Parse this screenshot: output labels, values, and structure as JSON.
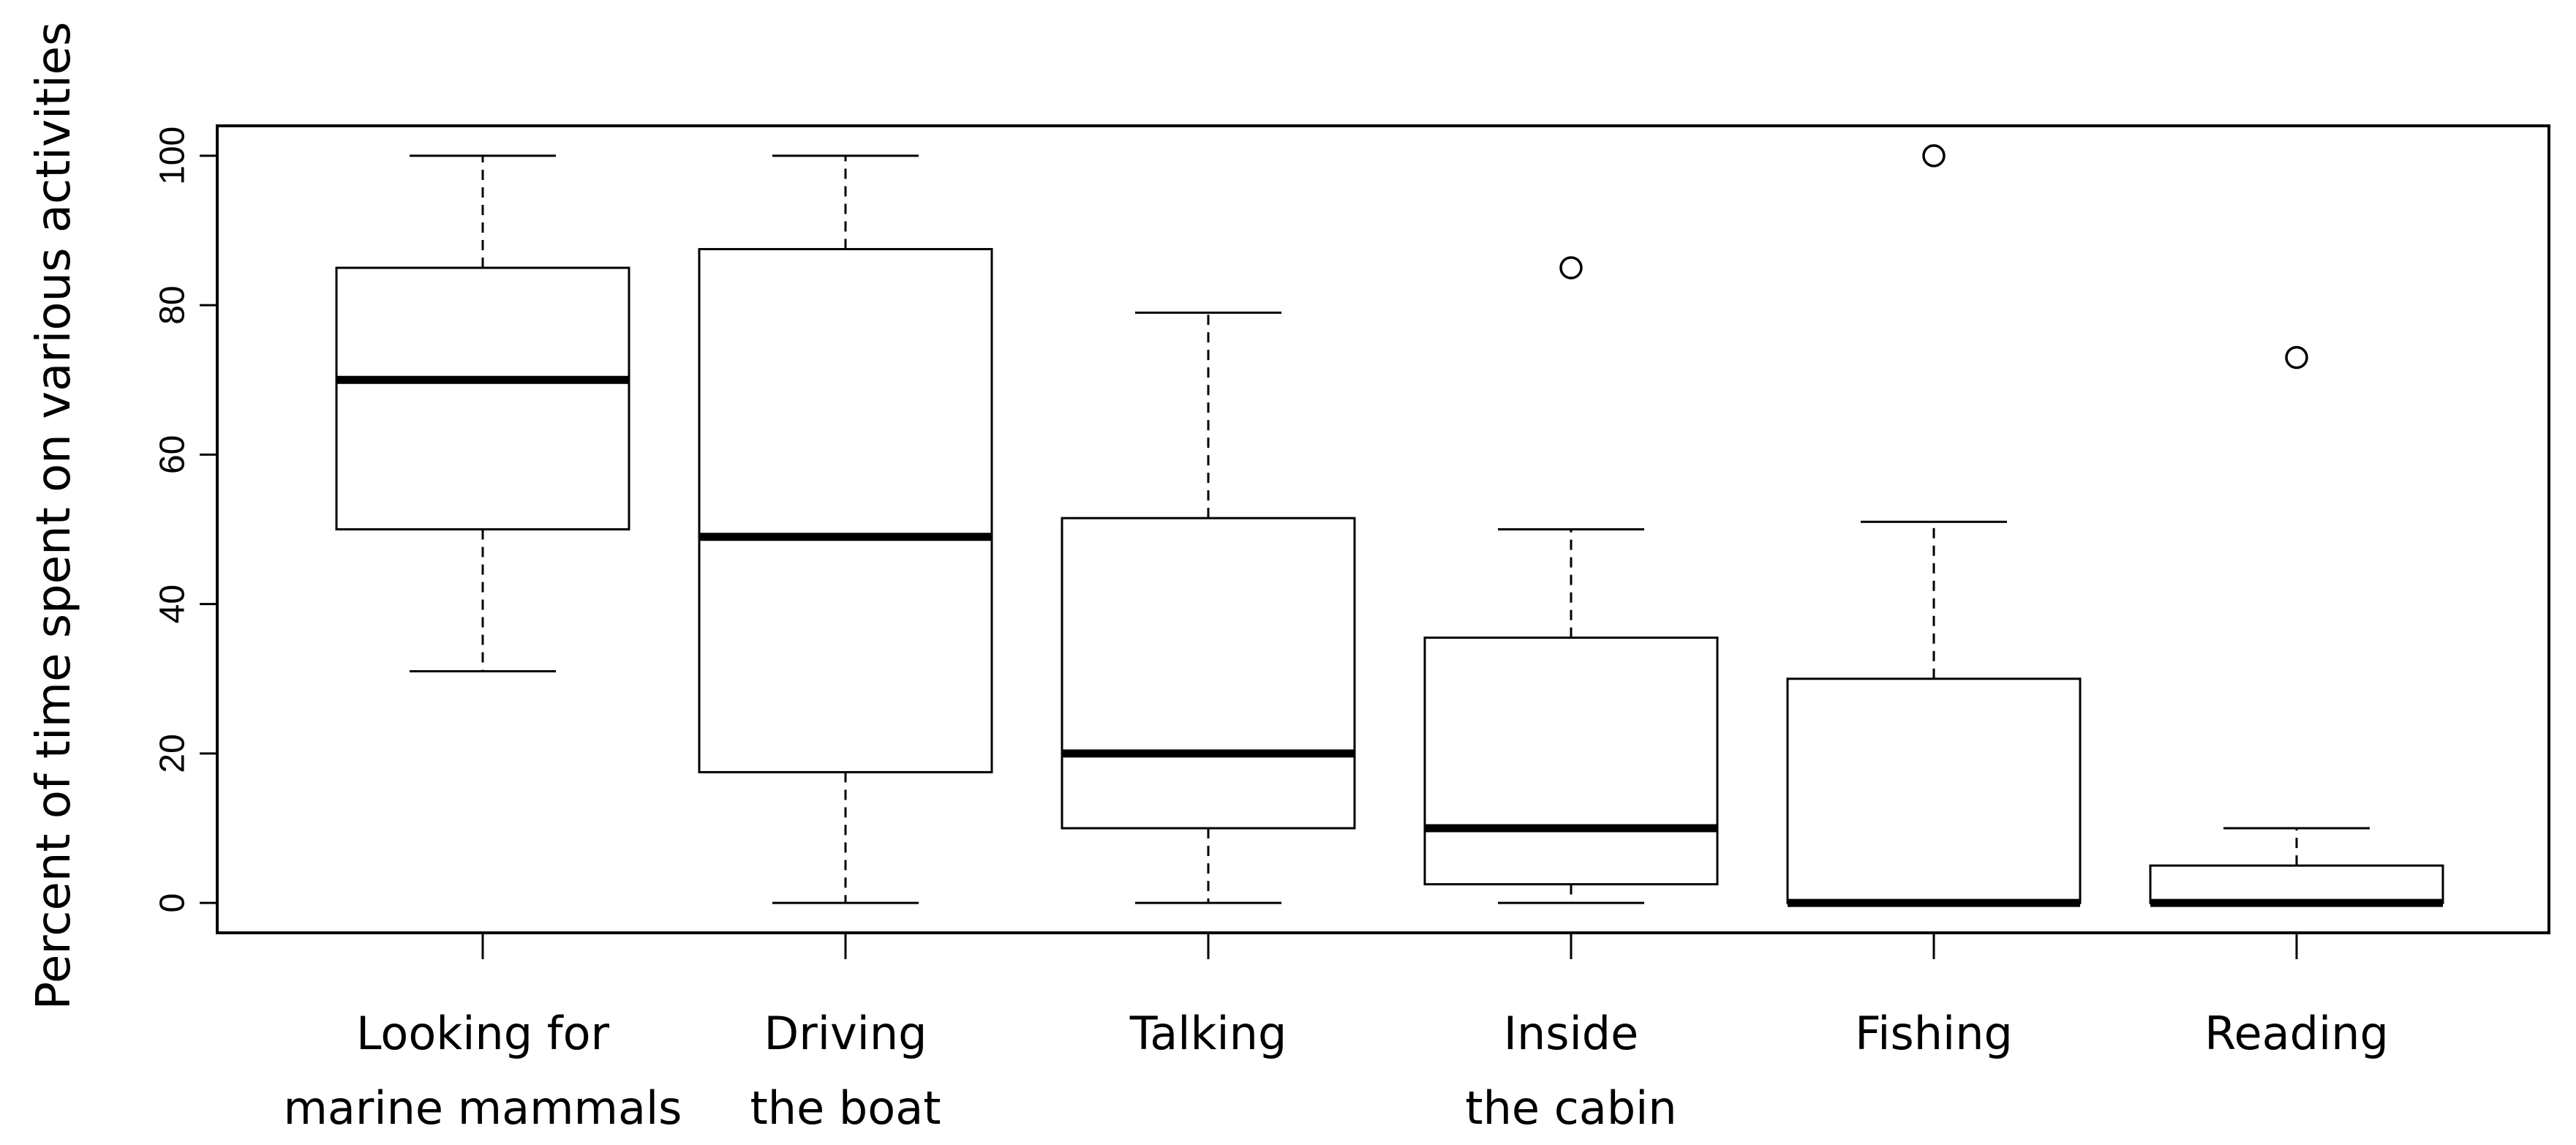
{
  "chart_data": {
    "type": "boxplot",
    "ylabel": "Percent of time spent on various activities",
    "xlabel": "",
    "title": "",
    "ylim": [
      -4,
      104
    ],
    "yticks": [
      0,
      20,
      40,
      60,
      80,
      100
    ],
    "ytick_labels": [
      "0",
      "20",
      "40",
      "60",
      "80",
      "100"
    ],
    "grid": false,
    "categories": [
      {
        "lines": [
          "Looking for",
          "marine mammals"
        ]
      },
      {
        "lines": [
          "Driving",
          "the boat"
        ]
      },
      {
        "lines": [
          "Talking"
        ]
      },
      {
        "lines": [
          "Inside",
          "the cabin"
        ]
      },
      {
        "lines": [
          "Fishing"
        ]
      },
      {
        "lines": [
          "Reading"
        ]
      }
    ],
    "boxes": [
      {
        "whisker_low": 31,
        "q1": 50,
        "median": 70,
        "q3": 85,
        "whisker_high": 100,
        "outliers": []
      },
      {
        "whisker_low": 0,
        "q1": 17.5,
        "median": 49,
        "q3": 87.5,
        "whisker_high": 100,
        "outliers": []
      },
      {
        "whisker_low": 0,
        "q1": 10,
        "median": 20,
        "q3": 51.5,
        "whisker_high": 79,
        "outliers": []
      },
      {
        "whisker_low": 0,
        "q1": 2.5,
        "median": 10,
        "q3": 35.5,
        "whisker_high": 50,
        "outliers": [
          85
        ]
      },
      {
        "whisker_low": 0,
        "q1": 0,
        "median": 0,
        "q3": 30,
        "whisker_high": 51,
        "outliers": [
          100
        ]
      },
      {
        "whisker_low": 0,
        "q1": 0,
        "median": 0,
        "q3": 5,
        "whisker_high": 10,
        "outliers": [
          73
        ]
      }
    ]
  }
}
